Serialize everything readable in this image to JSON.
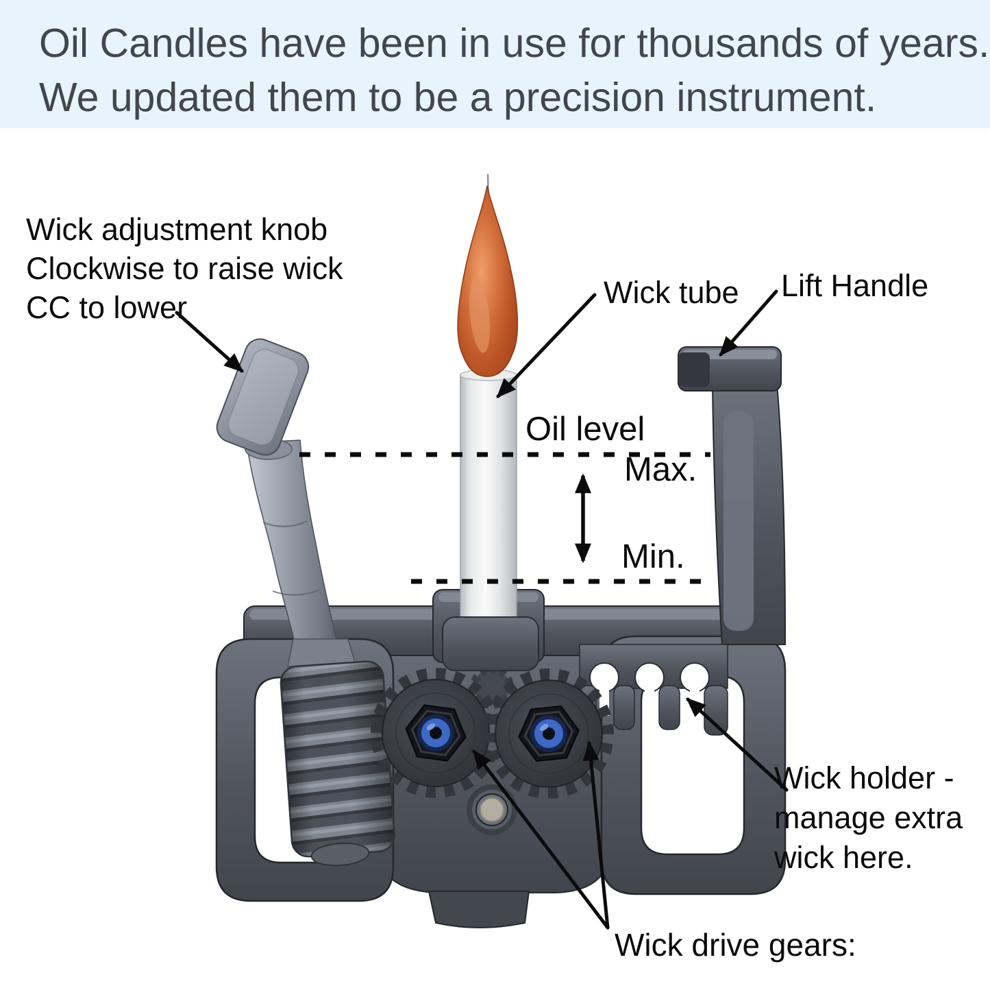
{
  "header": {
    "bg_color": "#e8f4fc",
    "text_color": "#42474c",
    "lines": [
      "Oil Candles have been in use for thousands of years.",
      "We updated them to be a precision instrument."
    ]
  },
  "annotations": {
    "wick_adjustment_knob": {
      "lines": [
        "Wick adjustment knob",
        "Clockwise to raise wick",
        "CC to lower"
      ]
    },
    "wick_tube": {
      "label": "Wick tube"
    },
    "lift_handle": {
      "label": "Lift Handle"
    },
    "oil_level": {
      "title": "Oil level",
      "max": "Max.",
      "min": "Min."
    },
    "wick_holder": {
      "lines": [
        "Wick holder -",
        "manage extra",
        "wick here."
      ]
    },
    "wick_drive_gears": {
      "label": "Wick drive gears:"
    }
  },
  "diagram": {
    "subject": "Precision oil candle burner mechanism, annotated 3D CAD render",
    "parts": [
      "flame",
      "wick tube",
      "wick adjustment knob",
      "worm screw",
      "wick drive gears",
      "wick holder comb",
      "lift handle",
      "frame with carry loops",
      "bushing",
      "oil level max line",
      "oil level min line"
    ],
    "colors": {
      "body_gray": "#51565e",
      "body_gray_light": "#7d838d",
      "body_outline": "#24262a",
      "knob_gray": "#8d95a0",
      "flame_orange": "#c75e2e",
      "tube_white": "#f4f4f4",
      "gear_dark": "#34383e",
      "gear_hub_blue": "#3e69c4",
      "bushing_tan": "#b3ada3",
      "annotation_black": "#0b0b0b"
    }
  }
}
